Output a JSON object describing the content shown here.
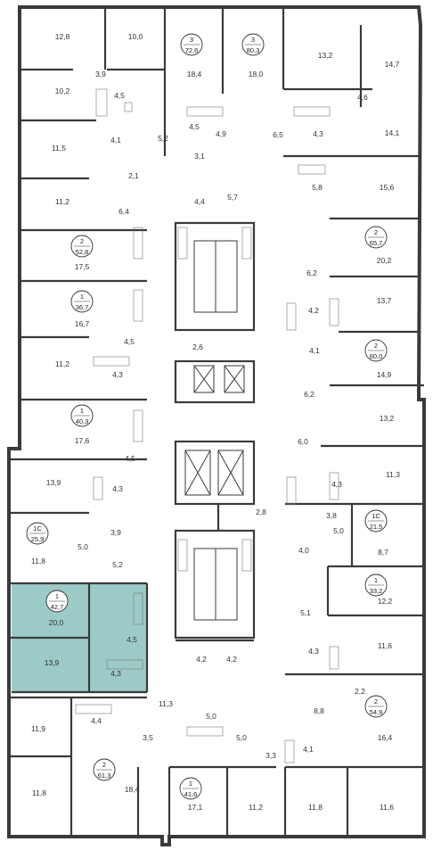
{
  "colors": {
    "highlight": "#9ccac7",
    "wall": "#3a3a3a",
    "fixture": "#777777"
  },
  "apartments": [
    {
      "name": "3",
      "area": "72,6"
    },
    {
      "name": "3",
      "area": "80,3"
    },
    {
      "name": "2",
      "area": "52,8"
    },
    {
      "name": "1",
      "area": "36,7"
    },
    {
      "name": "1",
      "area": "40,3"
    },
    {
      "name": "1С",
      "area": "25,9"
    },
    {
      "name": "1",
      "area": "42,7"
    },
    {
      "name": "2",
      "area": "61,3"
    },
    {
      "name": "1",
      "area": "41,6"
    },
    {
      "name": "2",
      "area": "54,9"
    },
    {
      "name": "1",
      "area": "33,2"
    },
    {
      "name": "1С",
      "area": "21,5"
    },
    {
      "name": "2",
      "area": "60,0"
    },
    {
      "name": "2",
      "area": "65,7"
    }
  ],
  "rooms": [
    "12,8",
    "10,0",
    "18,4",
    "18,0",
    "13,2",
    "14,7",
    "3,9",
    "10,2",
    "4,5",
    "4,6",
    "4,5",
    "14,1",
    "11,5",
    "4,1",
    "5,2",
    "4,9",
    "6,5",
    "4,3",
    "3,1",
    "2,1",
    "5,8",
    "15,6",
    "11,2",
    "6,4",
    "4,4",
    "5,7",
    "20,2",
    "17,5",
    "6,2",
    "4,2",
    "13,7",
    "16,7",
    "4,5",
    "4,1",
    "2,6",
    "11,2",
    "4,3",
    "14,9",
    "6,2",
    "13,2",
    "17,6",
    "6,0",
    "4,5",
    "11,3",
    "13,9",
    "4,3",
    "4,3",
    "3,9",
    "2,8",
    "3,8",
    "5,0",
    "5,0",
    "8,7",
    "11,8",
    "5,2",
    "4,0",
    "12,2",
    "20,0",
    "4,5",
    "5,1",
    "13,9",
    "4,3",
    "4,2",
    "4,2",
    "11,6",
    "4,3",
    "2,2",
    "11,3",
    "8,8",
    "5,0",
    "4,4",
    "16,4",
    "11,9",
    "3,5",
    "5,0",
    "3,3",
    "4,1",
    "11,8",
    "18,4",
    "17,1",
    "11,2",
    "11,8",
    "11,6"
  ]
}
